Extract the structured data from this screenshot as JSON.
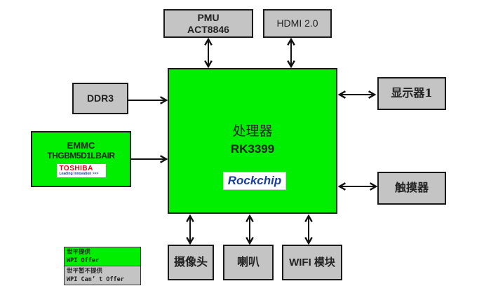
{
  "diagram": {
    "processor": {
      "title": "处理器",
      "model": "RK3399",
      "logo": "Rockchip"
    },
    "top_blocks": [
      {
        "line1": "PMU",
        "line2": "ACT8846"
      },
      {
        "line1": "HDMI 2.0"
      }
    ],
    "left_blocks": [
      {
        "label": "DDR3"
      },
      {
        "line1": "EMMC",
        "line2": "THGBM5D1LBAIR",
        "logo_main": "TOSHIBA",
        "logo_sub": "Leading Innovation >>>"
      }
    ],
    "right_blocks": [
      {
        "label": "显示器1"
      },
      {
        "label": "触摸器"
      }
    ],
    "bottom_blocks": [
      {
        "label": "摄像头"
      },
      {
        "label": "喇叭"
      },
      {
        "label": "WIFI 模块"
      }
    ],
    "legend": {
      "provided_cn": "世平提供",
      "provided_en": "WPI Offer",
      "not_provided_cn": "世平暂不提供",
      "not_provided_en": "WPI Can’ t Offer"
    },
    "colors": {
      "provided": "#00ee00",
      "not_provided": "#c4c4c4"
    }
  }
}
